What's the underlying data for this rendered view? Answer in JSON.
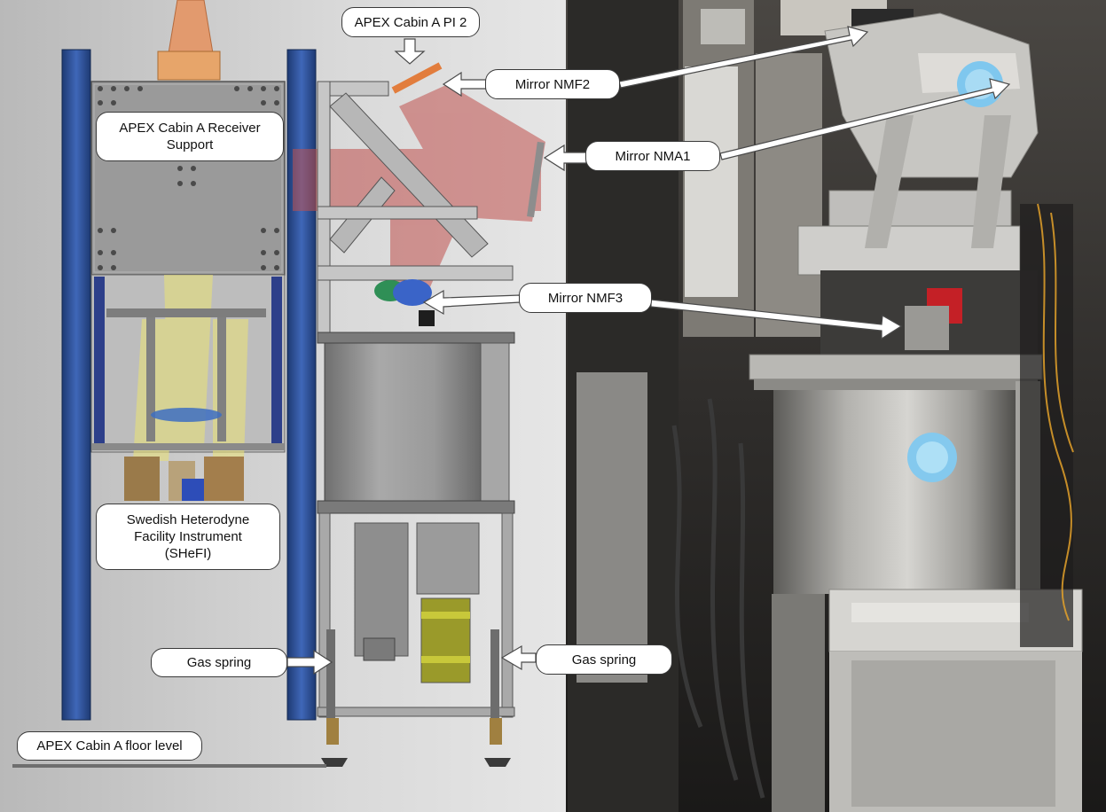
{
  "labels": {
    "cabin_pi2": "APEX Cabin A PI 2",
    "mirror_nmf2": "Mirror NMF2",
    "mirror_nma1": "Mirror NMA1",
    "mirror_nmf3": "Mirror NMF3",
    "receiver_support": "APEX Cabin A Receiver\nSupport",
    "shefi": "Swedish Heterodyne\nFacility Instrument\n(SHeFI)",
    "gas_spring_left": "Gas spring",
    "gas_spring_right": "Gas spring",
    "floor_level": "APEX Cabin A floor level"
  },
  "colors": {
    "cad_background": "#d6d6d6",
    "photo_background": "#3b3835",
    "rail_blue": "#2a4c8f",
    "beam_red": "#c0504d",
    "beam_yellow": "#e8e07a",
    "cryostat_gray": "#8e8e8e",
    "callout_fill": "#ffffff"
  },
  "icons": {
    "arrow": "block-arrow-icon",
    "logo": "circular-emblem-icon"
  }
}
